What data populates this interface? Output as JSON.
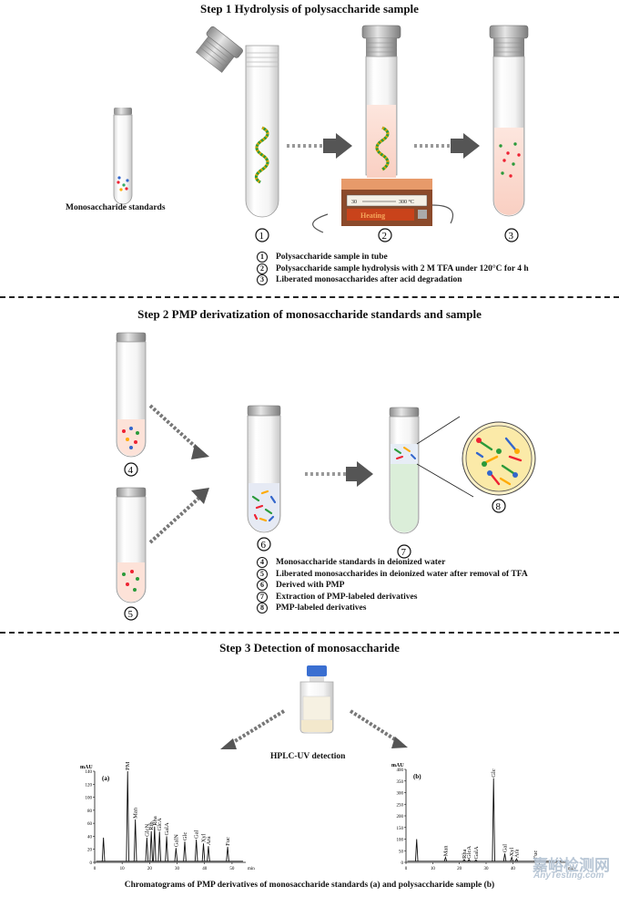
{
  "step1": {
    "title": "Step 1 Hydrolysis of polysaccharide sample",
    "standards_label": "Monosaccharide standards",
    "heater": {
      "temp_low": "30",
      "temp_high": "300 °C",
      "label": "Heating"
    },
    "legend": [
      {
        "num": "1",
        "text": "Polysaccharide sample in tube"
      },
      {
        "num": "2",
        "text": "Polysaccharide sample hydrolysis with 2 M TFA under 120°C for 4 h"
      },
      {
        "num": "3",
        "text": "Liberated monosaccharides after acid degradation"
      }
    ]
  },
  "step2": {
    "title": "Step 2 PMP derivatization of monosaccharide standards and sample",
    "legend": [
      {
        "num": "4",
        "text": "Monosaccharide standards  in deionized water"
      },
      {
        "num": "5",
        "text": "Liberated monosaccharides in deionized water after removal of TFA"
      },
      {
        "num": "6",
        "text": "Derived with PMP"
      },
      {
        "num": "7",
        "text": "Extraction of PMP-labeled derivatives"
      },
      {
        "num": "8",
        "text": "PMP-labeled derivatives"
      }
    ]
  },
  "step3": {
    "title": "Step 3 Detection of monosaccharide",
    "detector_label": "HPLC-UV detection",
    "caption": "Chromatograms of PMP derivatives of monosaccharide standards (a) and polysaccharide sample (b)"
  },
  "watermark": {
    "cn": "嘉峪检测网",
    "en": "AnyTesting.com"
  },
  "chart_data": [
    {
      "type": "line",
      "panel_label": "(a)",
      "ylabel": "mAU",
      "xlabel": "min",
      "xlim": [
        0,
        55
      ],
      "ylim": [
        0,
        140
      ],
      "x_ticks": [
        0,
        10,
        20,
        30,
        40,
        50
      ],
      "y_ticks": [
        0,
        20,
        40,
        60,
        80,
        100,
        120,
        140
      ],
      "peaks": [
        {
          "name": "",
          "rt": 3.2,
          "height": 38
        },
        {
          "name": "PMP",
          "rt": 12.0,
          "height": 140
        },
        {
          "name": "Man",
          "rt": 14.8,
          "height": 66
        },
        {
          "name": "GlcN",
          "rt": 19.0,
          "height": 38
        },
        {
          "name": "Rib",
          "rt": 20.6,
          "height": 48
        },
        {
          "name": "Rha",
          "rt": 21.8,
          "height": 55
        },
        {
          "name": "GlcA",
          "rt": 23.6,
          "height": 47
        },
        {
          "name": "GalA",
          "rt": 26.2,
          "height": 40
        },
        {
          "name": "GalN",
          "rt": 29.6,
          "height": 22
        },
        {
          "name": "Glc",
          "rt": 32.8,
          "height": 32
        },
        {
          "name": "Gal",
          "rt": 37.0,
          "height": 35
        },
        {
          "name": "Xyl",
          "rt": 39.6,
          "height": 29
        },
        {
          "name": "Ara",
          "rt": 41.4,
          "height": 25
        },
        {
          "name": "Fuc",
          "rt": 48.4,
          "height": 24
        }
      ]
    },
    {
      "type": "line",
      "panel_label": "(b)",
      "ylabel": "mAU",
      "xlabel": "min",
      "xlim": [
        0,
        60
      ],
      "ylim": [
        0,
        400
      ],
      "x_ticks": [
        0,
        10,
        20,
        30,
        40,
        50
      ],
      "y_ticks": [
        0,
        50,
        100,
        150,
        200,
        250,
        300,
        350,
        400
      ],
      "peaks": [
        {
          "name": "",
          "rt": 4.0,
          "height": 100
        },
        {
          "name": "Man",
          "rt": 14.8,
          "height": 22
        },
        {
          "name": "Rha",
          "rt": 21.8,
          "height": 12
        },
        {
          "name": "GlcA",
          "rt": 23.6,
          "height": 12
        },
        {
          "name": "GalA",
          "rt": 26.2,
          "height": 10
        },
        {
          "name": "Glc",
          "rt": 32.8,
          "height": 362
        },
        {
          "name": "Gal",
          "rt": 37.0,
          "height": 38
        },
        {
          "name": "Xyl",
          "rt": 39.6,
          "height": 22
        },
        {
          "name": "Ara",
          "rt": 41.4,
          "height": 15
        },
        {
          "name": "Fuc",
          "rt": 48.4,
          "height": 10
        }
      ]
    }
  ]
}
